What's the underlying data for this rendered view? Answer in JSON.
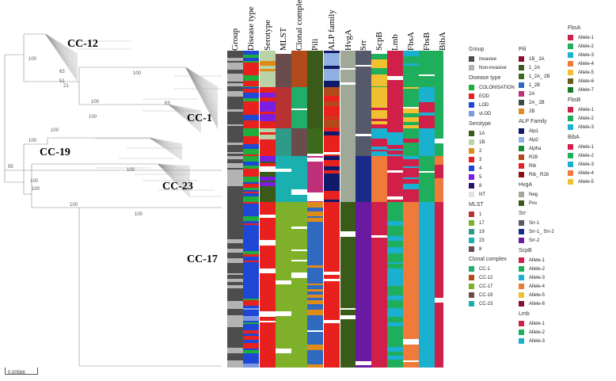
{
  "scale_bar": "0.00566",
  "clades": [
    "CC-12",
    "CC-1",
    "CC-19",
    "CC-23",
    "CC-17"
  ],
  "bootstrap": [
    "100",
    "63",
    "51",
    "21",
    "100",
    "100",
    "63",
    "100",
    "100",
    "100",
    "95",
    "100",
    "100",
    "100",
    "100",
    "100"
  ],
  "columns": [
    "Group",
    "Disease type",
    "Serotype",
    "MLST",
    "Clonal complex",
    "Pili",
    "ALP family",
    "HvgA",
    "Srr",
    "ScpB",
    "Lmb",
    "FbsA",
    "FbsB",
    "BibA"
  ],
  "legend_groups": [
    {
      "title": "Group",
      "column": 1,
      "items": [
        {
          "label": "Invasive",
          "color": "#4d4d4d"
        },
        {
          "label": "Non-invasive",
          "color": "#b3b3b3"
        }
      ]
    },
    {
      "title": "Disease type",
      "column": 1,
      "items": [
        {
          "label": "COLONISATION",
          "color": "#1fae3c"
        },
        {
          "label": "EOD",
          "color": "#e8211e"
        },
        {
          "label": "LOD",
          "color": "#1f47d6"
        },
        {
          "label": "vLOD",
          "color": "#7f9be0"
        }
      ]
    },
    {
      "title": "Serotype",
      "column": 1,
      "items": [
        {
          "label": "1A",
          "color": "#3a5a1a"
        },
        {
          "label": "1B",
          "color": "#b9d3a6"
        },
        {
          "label": "2",
          "color": "#e08a1a"
        },
        {
          "label": "3",
          "color": "#e8211e"
        },
        {
          "label": "4",
          "color": "#1f47d6"
        },
        {
          "label": "5",
          "color": "#7a1fe0"
        },
        {
          "label": "8",
          "color": "#2a1066"
        },
        {
          "label": "NT",
          "color": "#e8e0e0"
        }
      ]
    },
    {
      "title": "MLST",
      "column": 1,
      "items": [
        {
          "label": "1",
          "color": "#b83232"
        },
        {
          "label": "17",
          "color": "#7fb02a"
        },
        {
          "label": "19",
          "color": "#2f9a8a"
        },
        {
          "label": "23",
          "color": "#1ab0b0"
        },
        {
          "label": "8",
          "color": "#6b4c4c"
        }
      ]
    },
    {
      "title": "Clonal complex",
      "column": 1,
      "items": [
        {
          "label": "CC-1",
          "color": "#1fae6c"
        },
        {
          "label": "CC-12",
          "color": "#b34a1a"
        },
        {
          "label": "CC-17",
          "color": "#7fb02a"
        },
        {
          "label": "CC-19",
          "color": "#6b4c4c"
        },
        {
          "label": "CC-23",
          "color": "#1ab0b0"
        }
      ]
    },
    {
      "title": "Pili",
      "column": 2,
      "items": [
        {
          "label": "1B_ 2A",
          "color": "#8a1030"
        },
        {
          "label": "1_2A",
          "color": "#3a5a1a"
        },
        {
          "label": "1_2A_ 2B",
          "color": "#3a6a1a"
        },
        {
          "label": "1_2B",
          "color": "#2f6ac0"
        },
        {
          "label": "2A",
          "color": "#c0307a"
        },
        {
          "label": "2A_ 2B",
          "color": "#404a40"
        },
        {
          "label": "2B",
          "color": "#e08a1a"
        }
      ]
    },
    {
      "title": "ALP Family",
      "column": 2,
      "items": [
        {
          "label": "Alp1",
          "color": "#101a6a"
        },
        {
          "label": "Alp2",
          "color": "#8fb0e0"
        },
        {
          "label": "Alpha",
          "color": "#1a8a3a"
        },
        {
          "label": "R28",
          "color": "#b34a1a"
        },
        {
          "label": "Rib",
          "color": "#e8211e"
        },
        {
          "label": "Rib_ R28",
          "color": "#8a1010"
        }
      ]
    },
    {
      "title": "HvgA",
      "column": 2,
      "items": [
        {
          "label": "Neg",
          "color": "#a0a898"
        },
        {
          "label": "Pos",
          "color": "#3a5a1a"
        }
      ]
    },
    {
      "title": "Srr",
      "column": 2,
      "items": [
        {
          "label": "Srr-1",
          "color": "#56596a"
        },
        {
          "label": "Srr-1_ Srr-2",
          "color": "#1a2a8a"
        },
        {
          "label": "Srr-2",
          "color": "#6a1aa0"
        }
      ]
    },
    {
      "title": "ScpB",
      "column": 2,
      "items": [
        {
          "label": "Allele-1",
          "color": "#d0204a"
        },
        {
          "label": "Allele-2",
          "color": "#1fae5c"
        },
        {
          "label": "Allele-3",
          "color": "#1ab0d0"
        },
        {
          "label": "Allele-4",
          "color": "#f07a3a"
        },
        {
          "label": "Allele-5",
          "color": "#f0c030"
        },
        {
          "label": "Allele-6",
          "color": "#8a1030"
        }
      ]
    },
    {
      "title": "Lmb",
      "column": 2,
      "items": [
        {
          "label": "Allele-1",
          "color": "#d0204a"
        },
        {
          "label": "Allele-2",
          "color": "#1fae5c"
        },
        {
          "label": "Allele-3",
          "color": "#1ab0d0"
        }
      ]
    },
    {
      "title": "FbsA",
      "column": 3,
      "items": [
        {
          "label": "Allele-1",
          "color": "#d0204a"
        },
        {
          "label": "Allele-2",
          "color": "#1fae5c"
        },
        {
          "label": "Allele-3",
          "color": "#1ab0d0"
        },
        {
          "label": "Allele-4",
          "color": "#f07a3a"
        },
        {
          "label": "Allele-5",
          "color": "#f0c030"
        },
        {
          "label": "Allele-6",
          "color": "#6a5a1a"
        },
        {
          "label": "Allele-7",
          "color": "#1a7a2a"
        }
      ]
    },
    {
      "title": "FbsB",
      "column": 3,
      "items": [
        {
          "label": "Allele-1",
          "color": "#d0204a"
        },
        {
          "label": "Allele-2",
          "color": "#1fae5c"
        },
        {
          "label": "Allele-3",
          "color": "#1ab0d0"
        }
      ]
    },
    {
      "title": "BibA",
      "column": 3,
      "items": [
        {
          "label": "Allele-1",
          "color": "#d0204a"
        },
        {
          "label": "Allele-2",
          "color": "#1fae5c"
        },
        {
          "label": "Allele-3",
          "color": "#1ab0d0"
        },
        {
          "label": "Allele-4",
          "color": "#f07a3a"
        },
        {
          "label": "Allele-5",
          "color": "#f0c030"
        }
      ]
    }
  ]
}
